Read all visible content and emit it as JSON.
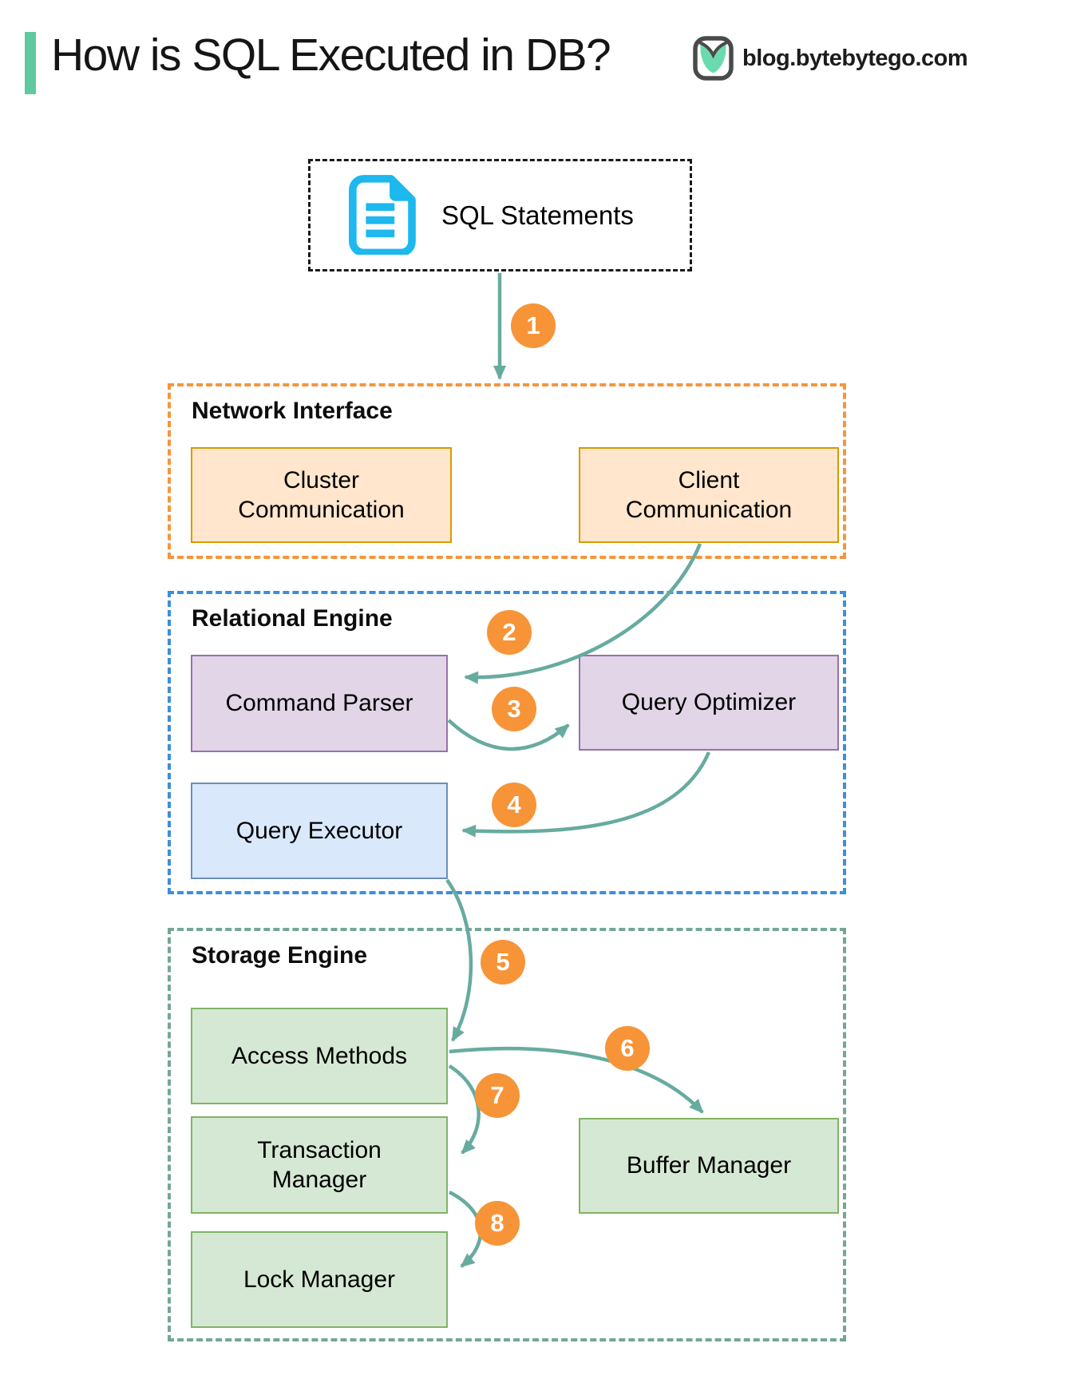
{
  "header": {
    "title": "How is SQL Executed in DB?",
    "site": "blog.bytebytego.com"
  },
  "icons": {
    "source_icon": "document-icon",
    "logo_icon": "bytebytego-owl-icon"
  },
  "colors": {
    "accent_bar": "#5FC9A0",
    "arrow": "#67AB9F",
    "badge": "#F79438",
    "document_icon": "#1CB8EE",
    "network_section_border": "#F5953D",
    "relational_section_border": "#3E8ED9",
    "storage_section_border": "#74A697",
    "orange_box": {
      "fill": "#FFE6CC",
      "border": "#D79B00"
    },
    "purple_box": {
      "fill": "#E1D5E7",
      "border": "#9673A6"
    },
    "blue_box": {
      "fill": "#DAE8FC",
      "border": "#6C8EBF"
    },
    "green_box": {
      "fill": "#D5E8D4",
      "border": "#82B366"
    }
  },
  "source": {
    "label": "SQL Statements"
  },
  "sections": {
    "network_interface": {
      "label": "Network Interface",
      "boxes": {
        "cluster_communication": {
          "label": "Cluster\nCommunication"
        },
        "client_communication": {
          "label": "Client\nCommunication"
        }
      }
    },
    "relational_engine": {
      "label": "Relational Engine",
      "boxes": {
        "command_parser": {
          "label": "Command Parser"
        },
        "query_optimizer": {
          "label": "Query Optimizer"
        },
        "query_executor": {
          "label": "Query Executor"
        }
      }
    },
    "storage_engine": {
      "label": "Storage Engine",
      "boxes": {
        "access_methods": {
          "label": "Access Methods"
        },
        "transaction_manager": {
          "label": "Transaction\nManager"
        },
        "lock_manager": {
          "label": "Lock Manager"
        },
        "buffer_manager": {
          "label": "Buffer Manager"
        }
      }
    }
  },
  "steps": [
    "1",
    "2",
    "3",
    "4",
    "5",
    "6",
    "7",
    "8"
  ]
}
